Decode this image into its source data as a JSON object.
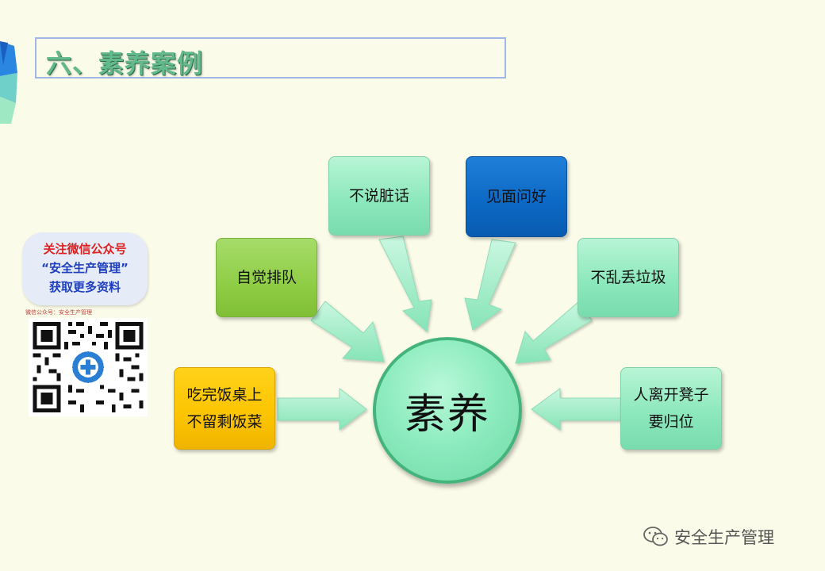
{
  "slide": {
    "title": "六、素养案例"
  },
  "diagram": {
    "center": "素养",
    "nodes": {
      "bu_shuo_zang_hua": "不说脏话",
      "jian_mian_wen_hao": "见面问好",
      "zi_jue_pai_dui": "自觉排队",
      "bu_luan_diu_la_ji": "不乱丢垃圾",
      "chi_wan_line1": "吃完饭桌上",
      "chi_wan_line2": "不留剩饭菜",
      "ren_li_line1": "人离开凳子",
      "ren_li_line2": "要归位"
    }
  },
  "qr_panel": {
    "line1": "关注微信公众号",
    "line2": "“安全生产管理”",
    "line3": "获取更多资料",
    "caption": "微信公众号：安全生产管理"
  },
  "watermark": {
    "text": "安全生产管理",
    "icon": "wechat-icon"
  },
  "colors": {
    "title_text": "#62b98c",
    "title_border": "#9fb8e8",
    "mint_node": "#8de8bd",
    "green_node": "#8fcd45",
    "blue_node": "#0b68c4",
    "yellow_node": "#fcc400",
    "center_border": "#45b47c",
    "background": "#fbfbe9"
  }
}
